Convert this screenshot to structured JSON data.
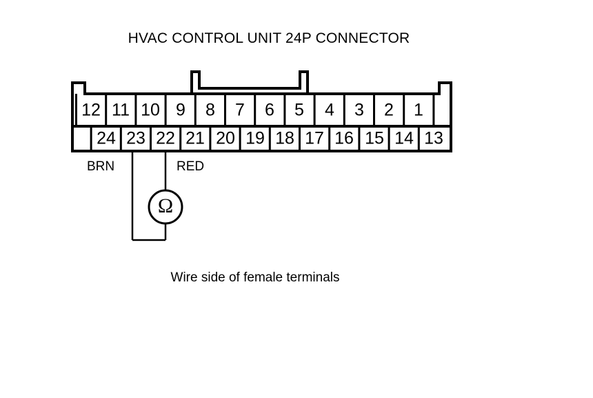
{
  "title": "HVAC CONTROL UNIT 24P CONNECTOR",
  "caption": "Wire side of female terminals",
  "connector": {
    "name": "HVAC CONTROL UNIT 24P CONNECTOR",
    "pin_count": 24,
    "top_row": [
      "12",
      "11",
      "10",
      "9",
      "8",
      "7",
      "6",
      "5",
      "4",
      "3",
      "2",
      "1"
    ],
    "bottom_row": [
      "24",
      "23",
      "22",
      "21",
      "20",
      "19",
      "18",
      "17",
      "16",
      "15",
      "14",
      "13"
    ],
    "latch": "connector-latch-tab"
  },
  "measurement": {
    "meter_symbol": "Ω",
    "meter_type": "ohmmeter",
    "probes": [
      {
        "label": "BRN",
        "color_name": "brown",
        "terminal": "23"
      },
      {
        "label": "RED",
        "color_name": "red",
        "terminal": "22"
      }
    ]
  },
  "colors": {
    "stroke": "#000000",
    "background": "#ffffff",
    "text": "#000000"
  }
}
